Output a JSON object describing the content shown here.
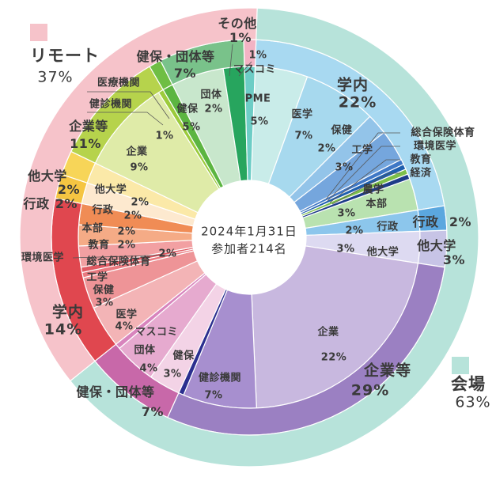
{
  "chart_data": {
    "type": "pie",
    "center": {
      "date": "2024年1月31日",
      "participants": "参加者214名"
    },
    "venues": [
      {
        "name": "会場",
        "value": "63%",
        "color": "#b7e3da",
        "categories": [
          {
            "name": "学内",
            "value": "22%",
            "color": "#a8d9f1",
            "subs": [
              {
                "name": "PME",
                "value": "5%",
                "color": "#c9ece9"
              },
              {
                "name": "医学",
                "value": "7%",
                "color": "#a7d9ee"
              },
              {
                "name": "保健",
                "value": "2%",
                "color": "#93c4e9"
              },
              {
                "name": "工学",
                "value": "3%",
                "color": "#75a6dd"
              },
              {
                "name": "総合保険体育",
                "value": "",
                "color": "#3f78c6"
              },
              {
                "name": "環境医学",
                "value": "",
                "color": "#1e5fae"
              },
              {
                "name": "教育",
                "value": "",
                "color": "#7cbf4a"
              },
              {
                "name": "経済",
                "value": "",
                "color": "#1d3c88"
              },
              {
                "name": [
                  "農学",
                  "本部"
                ],
                "value": "3%",
                "color": "#b9e2b0"
              }
            ]
          },
          {
            "name": "行政",
            "value": "2%",
            "color": "#5ba7df",
            "subs": [
              {
                "name": "行政",
                "value": "2%",
                "color": "#8cc6ec"
              }
            ]
          },
          {
            "name": "他大学",
            "value": "3%",
            "color": "#c7c4e6",
            "subs": [
              {
                "name": "他大学",
                "value": "3%",
                "color": "#dddaf1"
              }
            ]
          },
          {
            "name": "企業等",
            "value": "29%",
            "color": "#9b80c2",
            "subs": [
              {
                "name": "企業",
                "value": "22%",
                "color": "#c8b8df"
              },
              {
                "name": "健診機関",
                "value": "7%",
                "color": "#a78fcf"
              },
              {
                "name": "",
                "value": "",
                "color": "#2b2f8f"
              }
            ]
          },
          {
            "name": "健保・団体等",
            "value": "7%",
            "color": "#c868a9",
            "subs": [
              {
                "name": "健保",
                "value": "3%",
                "color": "#f3d3e6"
              },
              {
                "name": "団体",
                "value": "4%",
                "color": "#e6aacf"
              },
              {
                "name": "マスコミ",
                "value": "",
                "color": "#d884bd"
              }
            ]
          }
        ]
      },
      {
        "name": "リモート",
        "value": "37%",
        "color": "#f6c3ca",
        "categories": [
          {
            "name": "学内",
            "value": "14%",
            "color": "#e0474f",
            "subs": [
              {
                "name": "医学",
                "value": "4%",
                "color": "#f3b4b6"
              },
              {
                "name": "保健",
                "value": "3%",
                "color": "#ee9497"
              },
              {
                "name": "工学",
                "value": "",
                "color": "#e97a80"
              },
              {
                "name": "環境医学",
                "value": "",
                "color": "#e05a63"
              },
              {
                "name": "総合保険体育",
                "value": "2%",
                "color": "#f2a0a2"
              },
              {
                "name": "教育",
                "value": "2%",
                "color": "#f5ab86"
              },
              {
                "name": "本部",
                "value": "2%",
                "color": "#f08c55"
              }
            ]
          },
          {
            "name": "行政",
            "value": "2%",
            "color": "#f5c542",
            "subs": [
              {
                "name": "行政",
                "value": "2%",
                "color": "#fde9cf"
              }
            ]
          },
          {
            "name": "他大学",
            "value": "2%",
            "color": "#f7d558",
            "subs": [
              {
                "name": "他大学",
                "value": "2%",
                "color": "#fbe9a8"
              }
            ]
          },
          {
            "name": "企業等",
            "value": "11%",
            "color": "#b6d34c",
            "subs": [
              {
                "name": "企業",
                "value": "9%",
                "color": "#dfeba8"
              },
              {
                "name": "健診機関",
                "value": "",
                "color": "#9ccb3c"
              }
            ]
          },
          {
            "name": "医療機関",
            "value": "",
            "color": "#6fbe44",
            "subs": [
              {
                "name": "",
                "value": "1%",
                "color": "#5cb541"
              }
            ]
          },
          {
            "name": "健保・団体等",
            "value": "7%",
            "color": "#79c28a",
            "subs": [
              {
                "name": "健保",
                "value": "5%",
                "color": "#c8e7cc"
              },
              {
                "name": "団体",
                "value": "2%",
                "color": "#27a55e"
              }
            ]
          },
          {
            "name": "その他",
            "value": "1%",
            "color": "#f3b3c4",
            "subs": [
              {
                "name": "マスコミ",
                "value": "1%",
                "color": "#6dcdc6"
              }
            ]
          }
        ]
      }
    ]
  }
}
